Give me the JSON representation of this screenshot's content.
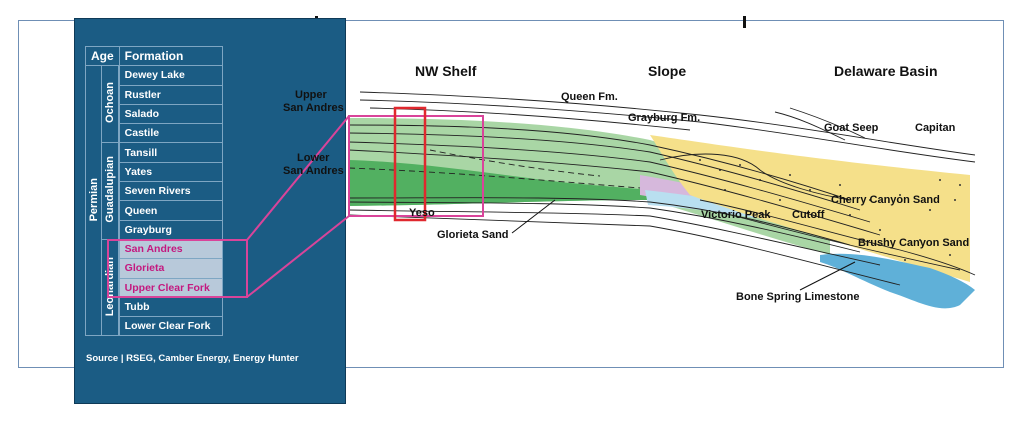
{
  "table": {
    "headers": {
      "age": "Age",
      "formation": "Formation"
    },
    "period": "Permian",
    "series": [
      {
        "name": "Ochoan",
        "formations": [
          "Dewey Lake",
          "Rustler",
          "Salado",
          "Castile"
        ]
      },
      {
        "name": "Guadalupian",
        "formations": [
          "Tansill",
          "Yates",
          "Seven Rivers",
          "Queen",
          "Grayburg"
        ]
      },
      {
        "name": "Leonardian",
        "formations": [
          "San Andres",
          "Glorieta",
          "Upper Clear Fork",
          "Tubb",
          "Lower Clear Fork"
        ]
      }
    ],
    "highlighted": [
      "San Andres",
      "Glorieta",
      "Upper Clear Fork"
    ]
  },
  "source": "Source | RSEG, Camber Energy, Energy Hunter",
  "cross_section": {
    "regions": {
      "nw_shelf": "NW Shelf",
      "slope": "Slope",
      "delaware_basin": "Delaware Basin"
    },
    "side_labels": {
      "upper_1": "Upper",
      "upper_2": "San Andres",
      "lower_1": "Lower",
      "lower_2": "San Andres"
    },
    "units": {
      "queen": "Queen Fm.",
      "grayburg": "Grayburg Fm.",
      "goat_seep": "Goat Seep",
      "capitan": "Capitan",
      "cherry_canyon": "Cherry Canyon Sand",
      "victorio_peak": "Victorio Peak",
      "cutoff": "Cutoff",
      "brushy_canyon": "Brushy Canyon Sand",
      "bone_spring": "Bone Spring Limestone",
      "yeso": "Yeso",
      "glorieta": "Glorieta Sand"
    }
  },
  "colors": {
    "panel": "#1b5c84",
    "highlight_text": "#c4187f",
    "highlight_row": "#b8c9da",
    "zoom_box": "#d9449a",
    "well_box": "#e0282e",
    "shelf_green": "#a9d6a5",
    "dark_green": "#52b061",
    "sand_yellow": "#f5e08a",
    "limestone_blue": "#5fb0d8",
    "purple": "#d6b8dc"
  }
}
